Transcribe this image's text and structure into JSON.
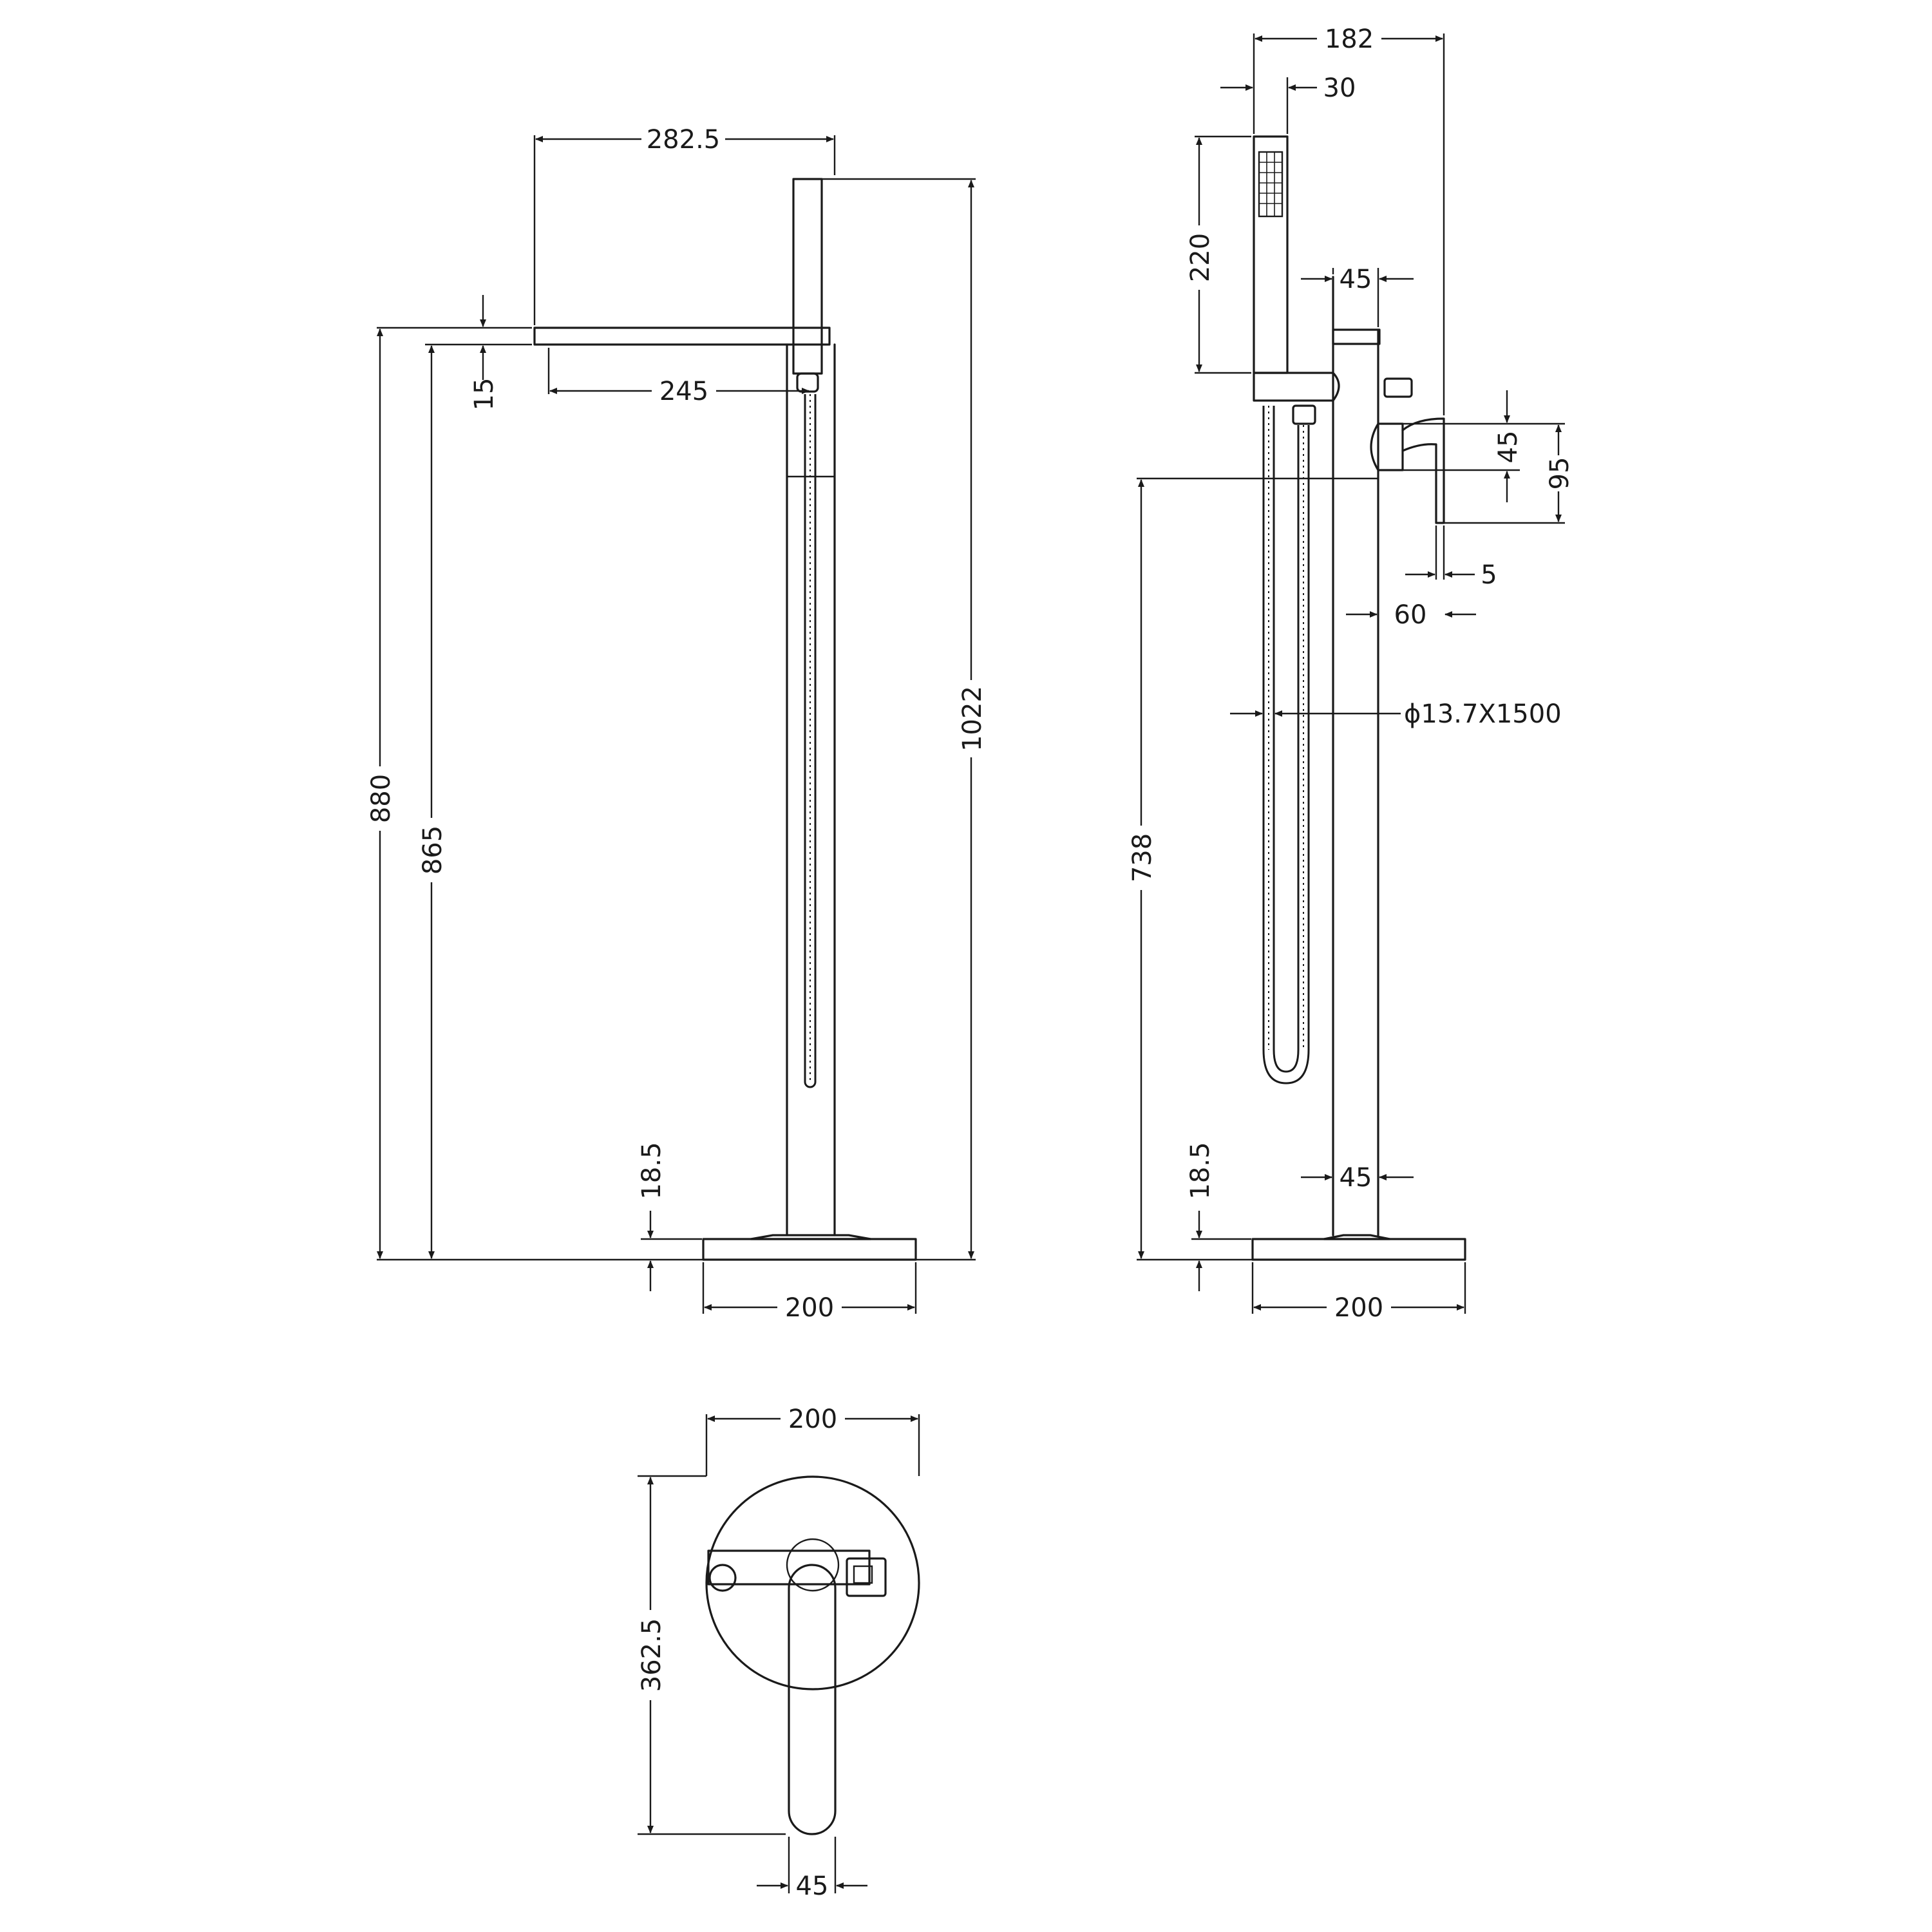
{
  "drawing": {
    "front_view": {
      "spout_reach": "282.5",
      "hose_outlet_offset": "245",
      "spout_thickness": "15",
      "overall_height": "1022",
      "spout_top_height": "880",
      "spout_underside_height": "865",
      "base_plate_thickness": "18.5",
      "base_diameter": "200"
    },
    "side_view": {
      "overall_depth": "182",
      "handset_width": "30",
      "handset_length": "220",
      "riser_diameter_top": "45",
      "lever_width": "45",
      "lever_height": "95",
      "lever_thickness": "5",
      "lever_projection": "60",
      "hose_spec": "ϕ13.7X1500",
      "lever_height_from_floor": "738",
      "base_plate_thickness": "18.5",
      "riser_diameter_bottom": "45",
      "base_diameter": "200"
    },
    "plan_view": {
      "base_diameter": "200",
      "lever_length": "362.5",
      "lever_width": "45"
    }
  },
  "colors": {
    "line": "#1a1a1a",
    "background": "#ffffff"
  }
}
